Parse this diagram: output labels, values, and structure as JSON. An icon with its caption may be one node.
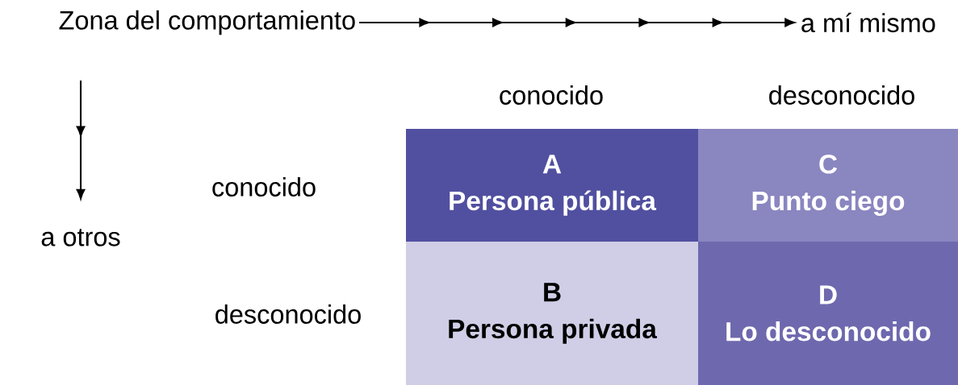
{
  "diagram": {
    "nodes": [
      {
        "text": [
          "Zona del comportamiento"
        ]
      },
      {
        "text": [
          "a mí mismo"
        ]
      },
      {
        "text": [
          "a otros"
        ]
      },
      {
        "text": [
          "A",
          "Persona pública"
        ]
      },
      {
        "text": [
          "C",
          "Punto ciego"
        ]
      },
      {
        "text": [
          "B",
          "Persona privada"
        ]
      },
      {
        "text": [
          "D",
          "Lo desconocido"
        ]
      }
    ],
    "edges": [
      {
        "from": 0,
        "to": 1,
        "arrow": "to"
      },
      {
        "from": null,
        "to": 2,
        "arrow": "to"
      }
    ],
    "labels": [
      "conocido",
      "desconocido",
      "conocido",
      "desconocido"
    ]
  }
}
